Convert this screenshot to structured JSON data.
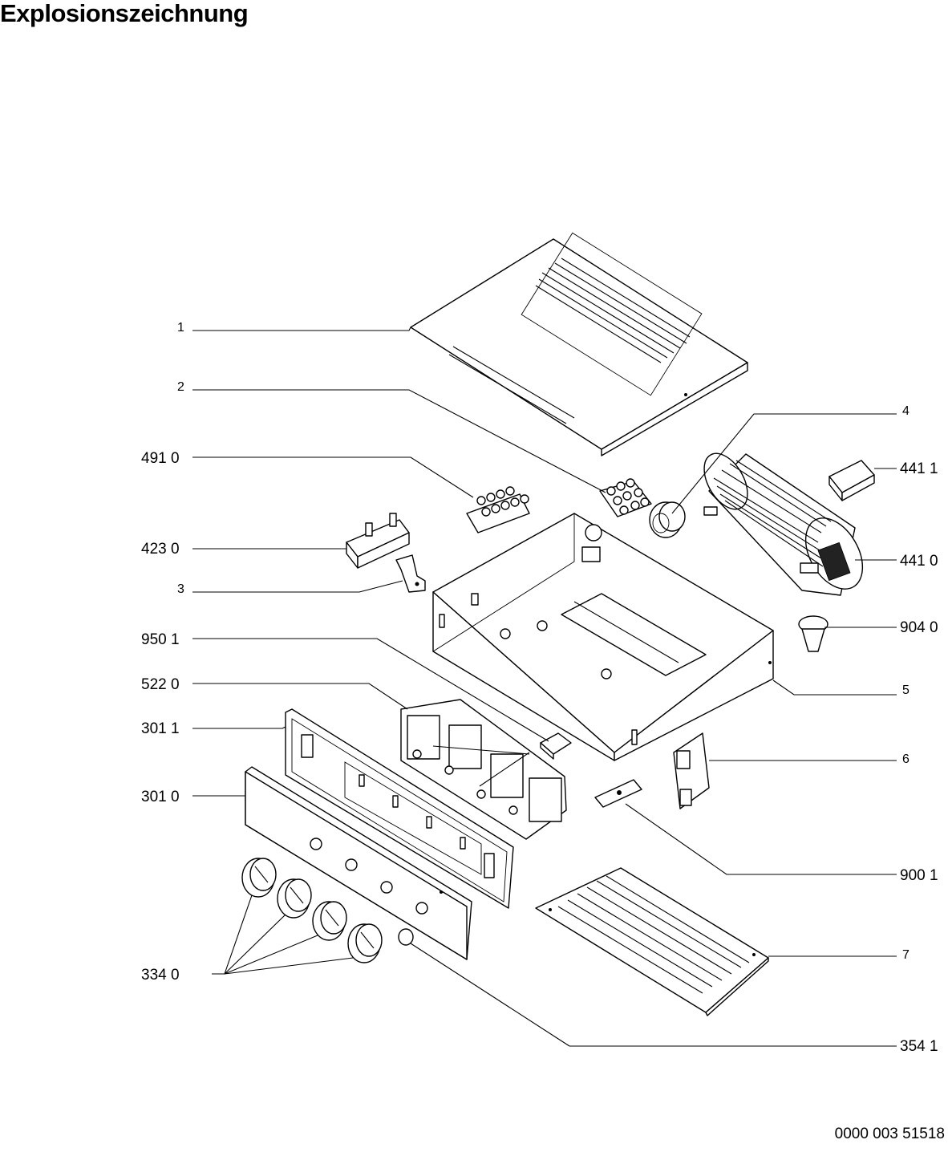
{
  "title": "Explosionszeichnung",
  "doc_number": "0000 003 51518",
  "callouts": {
    "c1": "1",
    "c2": "2",
    "c3": "3",
    "c4": "4",
    "c5": "5",
    "c6": "6",
    "c7": "7",
    "c491_0": "491 0",
    "c423_0": "423 0",
    "c950_1": "950 1",
    "c522_0": "522 0",
    "c301_1": "301 1",
    "c301_0": "301 0",
    "c334_0": "334 0",
    "c441_1": "441 1",
    "c441_0": "441 0",
    "c904_0": "904 0",
    "c900_1": "900 1",
    "c354_1": "354 1"
  }
}
